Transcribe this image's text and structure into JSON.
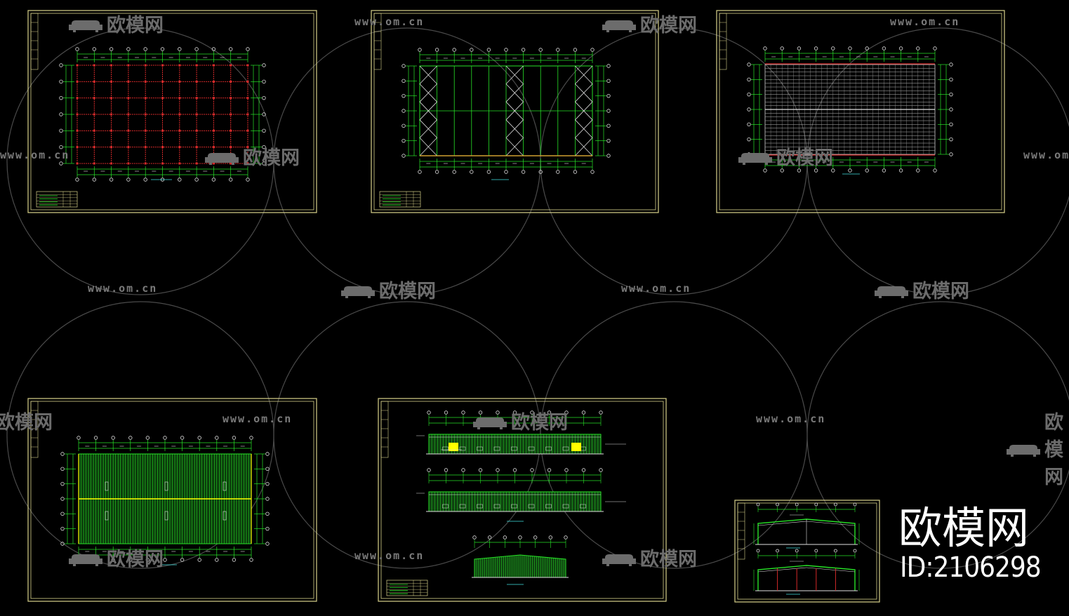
{
  "watermark": {
    "url_text": "www.om.cn",
    "brand_text": "欧模网"
  },
  "brand": {
    "title": "欧模网",
    "id_label": "ID:2106298"
  },
  "colors": {
    "background": "#000000",
    "frame": "#d8d28a",
    "grid_green": "#27e227",
    "grid_red": "#d42a2a",
    "cyan": "#3fe0e0",
    "white": "#e0e0e0",
    "yellow": "#ffff00",
    "watermark": "#6c6c6c"
  },
  "sheets": [
    {
      "name": "foundation-plan",
      "kind": "plan-red"
    },
    {
      "name": "column-bracing-plan",
      "kind": "plan-bracing"
    },
    {
      "name": "roof-purlin-plan",
      "kind": "plan-purlin"
    },
    {
      "name": "roof-sheeting-plan",
      "kind": "plan-roof"
    },
    {
      "name": "elevations",
      "kind": "elevations"
    },
    {
      "name": "frame-sections",
      "kind": "sections"
    }
  ]
}
